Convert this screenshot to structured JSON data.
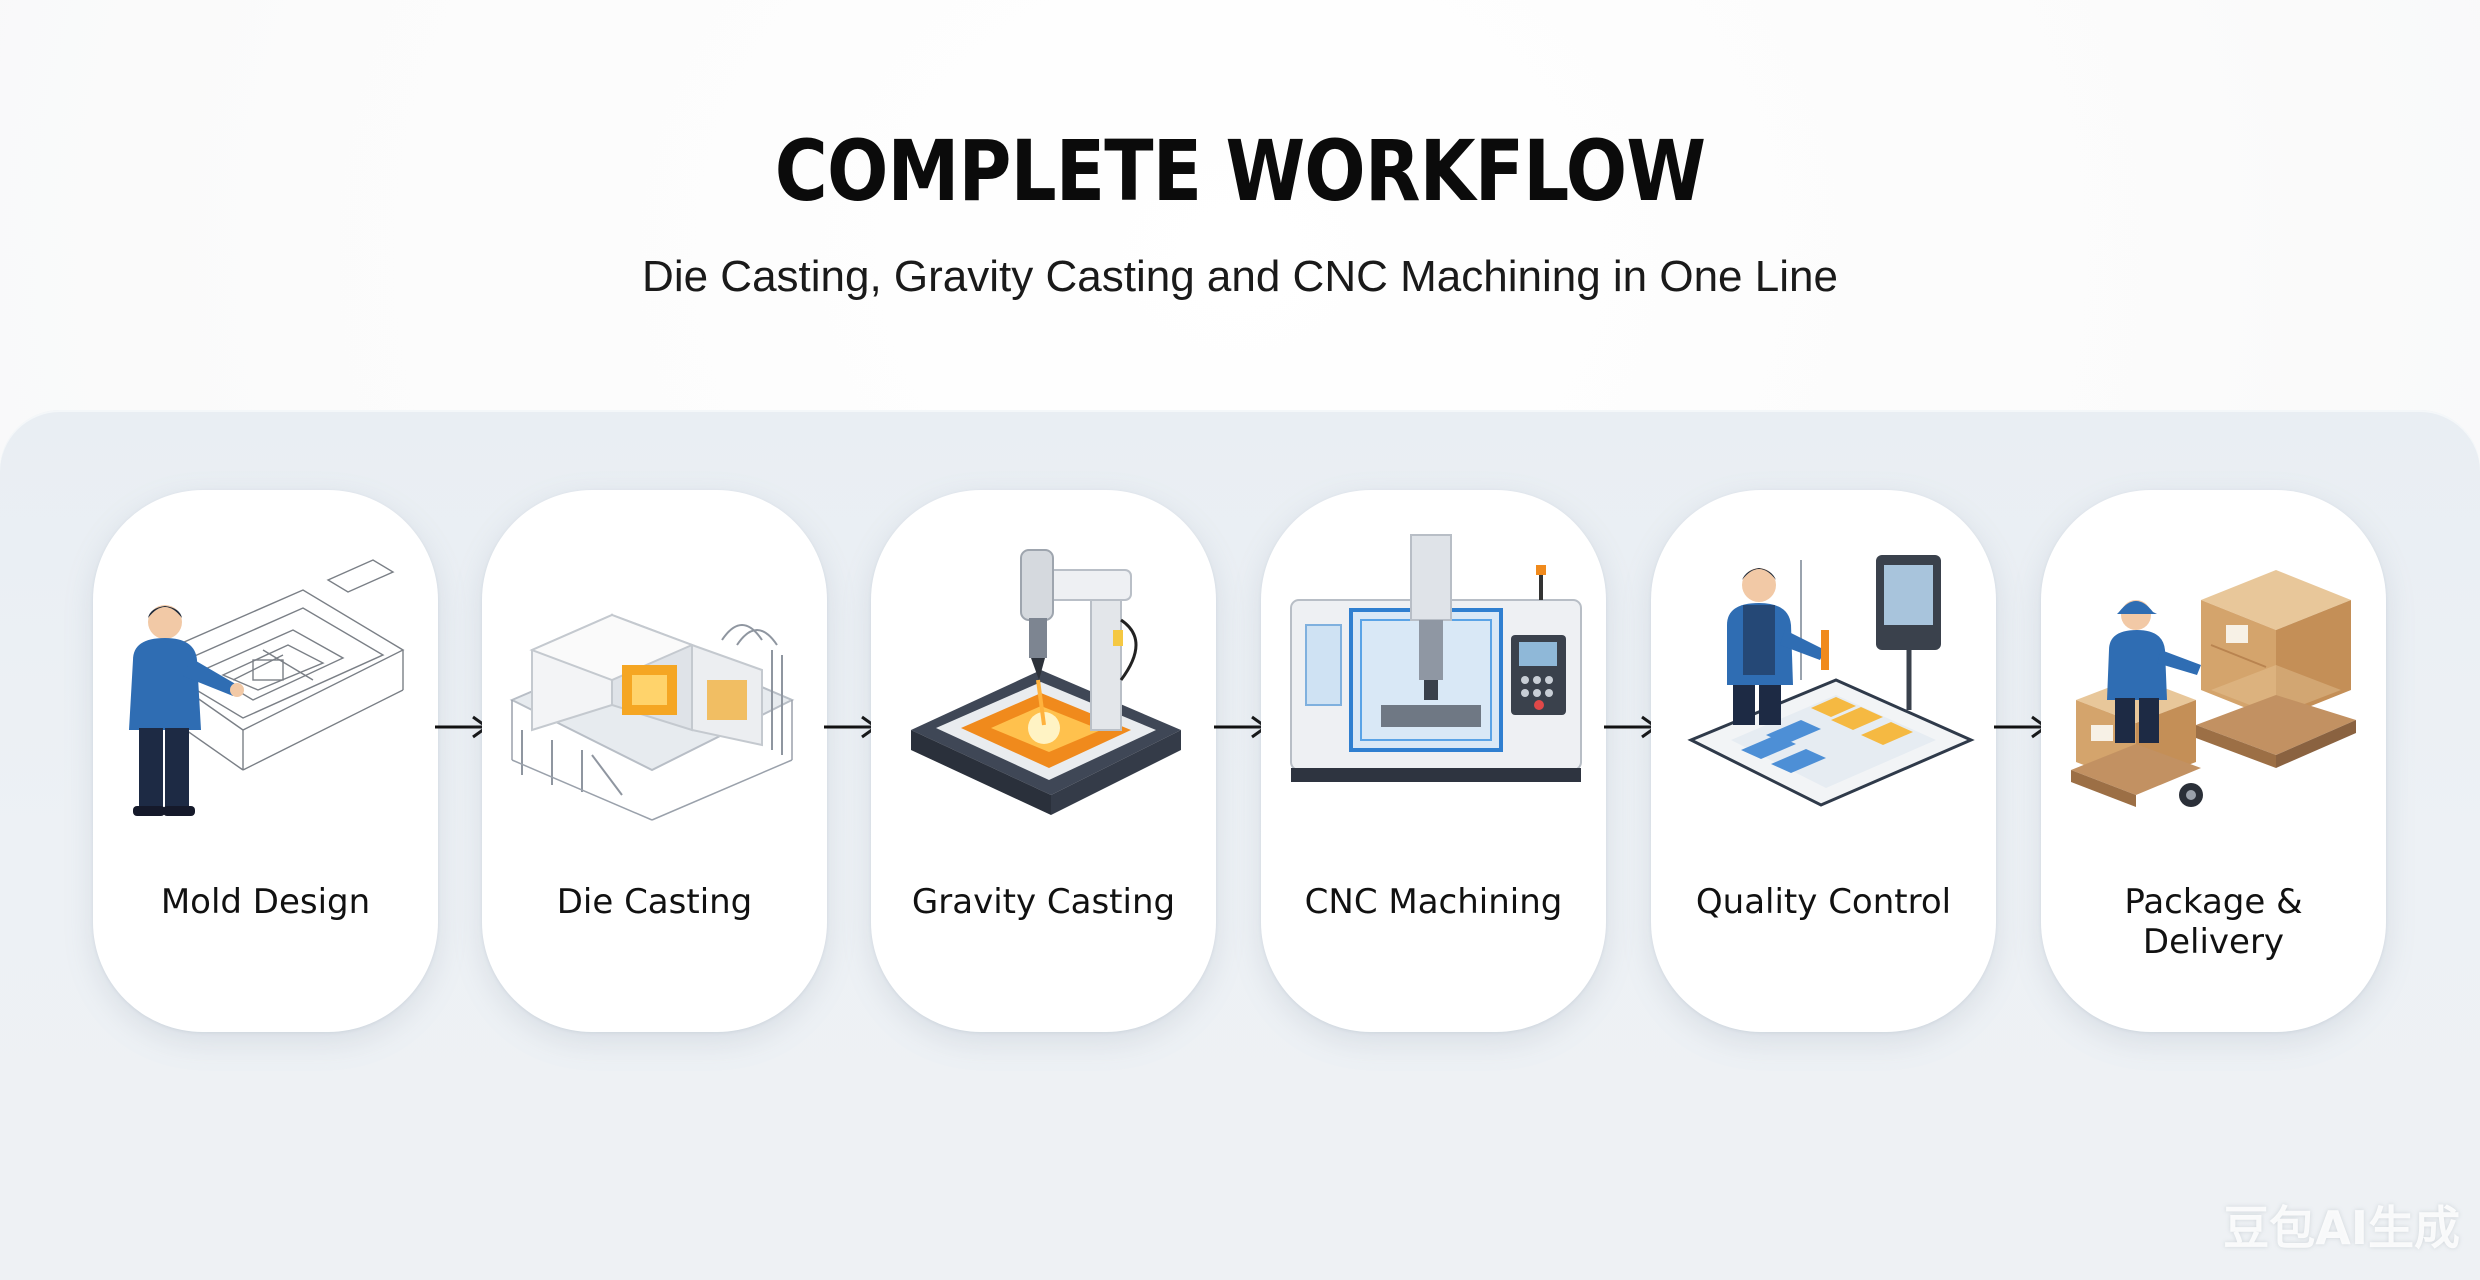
{
  "header": {
    "title": "COMPLETE WORKFLOW",
    "subtitle": "Die Casting, Gravity Casting and CNC Machining in One Line"
  },
  "steps": [
    {
      "label": "Mold Design",
      "icon": "mold-design-illustration"
    },
    {
      "label": "Die Casting",
      "icon": "die-casting-machine-illustration"
    },
    {
      "label": "Gravity Casting",
      "icon": "gravity-casting-illustration"
    },
    {
      "label": "CNC Machining",
      "icon": "cnc-machine-illustration"
    },
    {
      "label": "Quality Control",
      "icon": "quality-control-illustration"
    },
    {
      "label": "Package & Delivery",
      "icon": "package-delivery-illustration"
    }
  ],
  "connector_icon": "arrow-right-icon",
  "watermark": "豆包AI生成",
  "colors": {
    "accent_blue": "#2f6db3",
    "molten_orange": "#f5a623",
    "panel_bg": "#eaeff4",
    "card_bg": "#ffffff"
  }
}
